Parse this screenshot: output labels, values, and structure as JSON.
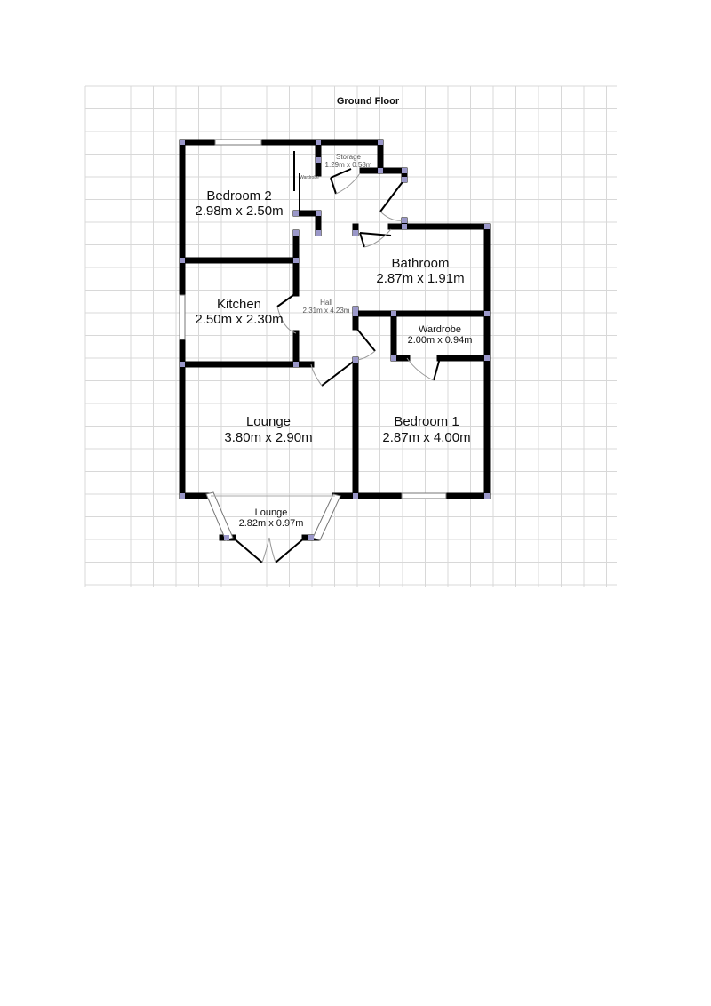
{
  "title": "Ground Floor",
  "rooms": [
    {
      "name": "Bedroom 2",
      "size": "2.98m x 2.50m"
    },
    {
      "name": "Storage",
      "size": "1.29m x 0.58m"
    },
    {
      "name": "Wardrobe",
      "size": ""
    },
    {
      "name": "Bathroom",
      "size": "2.87m x 1.91m"
    },
    {
      "name": "Kitchen",
      "size": "2.50m x 2.30m"
    },
    {
      "name": "Hall",
      "size": "2.31m x 4.23m"
    },
    {
      "name": "Wardrobe",
      "size": "2.00m x 0.94m"
    },
    {
      "name": "Lounge",
      "size": "3.80m x 2.90m"
    },
    {
      "name": "Bedroom 1",
      "size": "2.87m x 4.00m"
    },
    {
      "name": "Lounge",
      "size": "2.82m x 0.97m"
    }
  ],
  "colors": {
    "wall": "#000000",
    "grid": "#d8d8d8",
    "node": "#9a97c9"
  }
}
